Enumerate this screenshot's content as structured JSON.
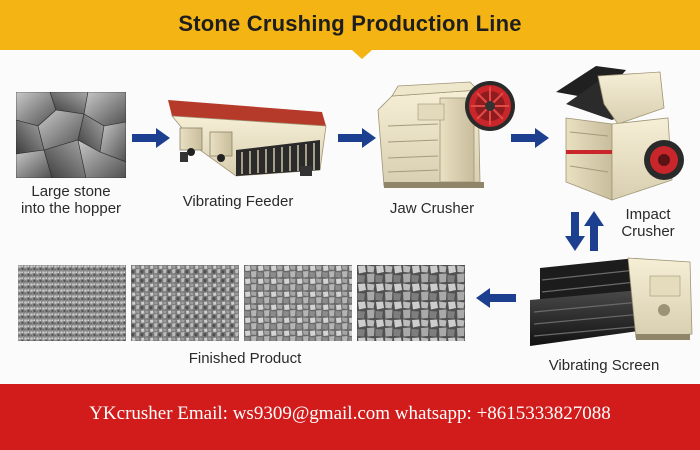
{
  "title": "Stone Crushing Production Line",
  "stages": {
    "large_stone": "Large stone\ninto the hopper",
    "vibrating_feeder": "Vibrating Feeder",
    "jaw_crusher": "Jaw Crusher",
    "impact_crusher": "Impact\nCrusher",
    "vibrating_screen": "Vibrating Screen",
    "finished_product": "Finished Product"
  },
  "footer": "YKcrusher Email: ws9309@gmail.com whatsapp: +8615333827088",
  "colors": {
    "title_bar": "#f3b414",
    "footer_bar": "#d21c1c",
    "arrow": "#1c3f8f",
    "machine_body": "#ece4c8",
    "machine_dark": "#1f1f1f",
    "accent_red": "#c8262a"
  },
  "icons": [
    "right-arrow-icon",
    "left-arrow-icon",
    "down-arrow-icon",
    "up-arrow-icon"
  ]
}
